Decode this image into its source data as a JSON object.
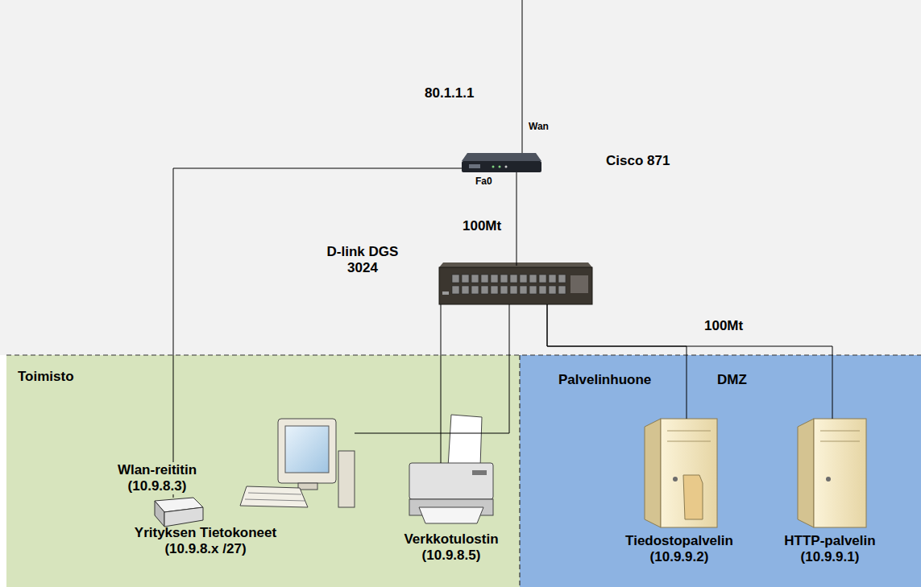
{
  "diagram": {
    "nodes": [
      {
        "text": [
          "Cisco 871"
        ]
      },
      {
        "text": [
          "D-link DGS 3024"
        ]
      },
      {
        "text": [
          "Toimisto"
        ]
      },
      {
        "text": [
          "Wlan-reititin (10.9.8.3)"
        ],
        "in": 2
      },
      {
        "text": [
          "Yrityksen Tietokoneet (10.9.8.x /27)"
        ],
        "in": 2
      },
      {
        "text": [
          "Verkkotulostin (10.9.8.5)"
        ],
        "in": 2
      },
      {
        "text": [
          "Palvelinhuone",
          "DMZ"
        ]
      },
      {
        "text": [
          "Tiedostopalvelin (10.9.9.2)"
        ],
        "in": 6
      },
      {
        "text": [
          "HTTP-palvelin (10.9.9.1)"
        ],
        "in": 6
      }
    ],
    "edges": [
      {
        "from": 0,
        "to": 3,
        "arrow": "none"
      },
      {
        "from": 0,
        "to": 1,
        "label": "100Mt",
        "arrow": "none"
      },
      {
        "from": 1,
        "to": 4,
        "arrow": "none"
      },
      {
        "from": 1,
        "to": 5,
        "arrow": "none"
      },
      {
        "from": 1,
        "to": 7,
        "arrow": "none"
      },
      {
        "from": 1,
        "to": 8,
        "label": "100Mt",
        "arrow": "none"
      }
    ],
    "labels": [
      "80.1.1.1",
      "Wan",
      "Fa0"
    ]
  }
}
